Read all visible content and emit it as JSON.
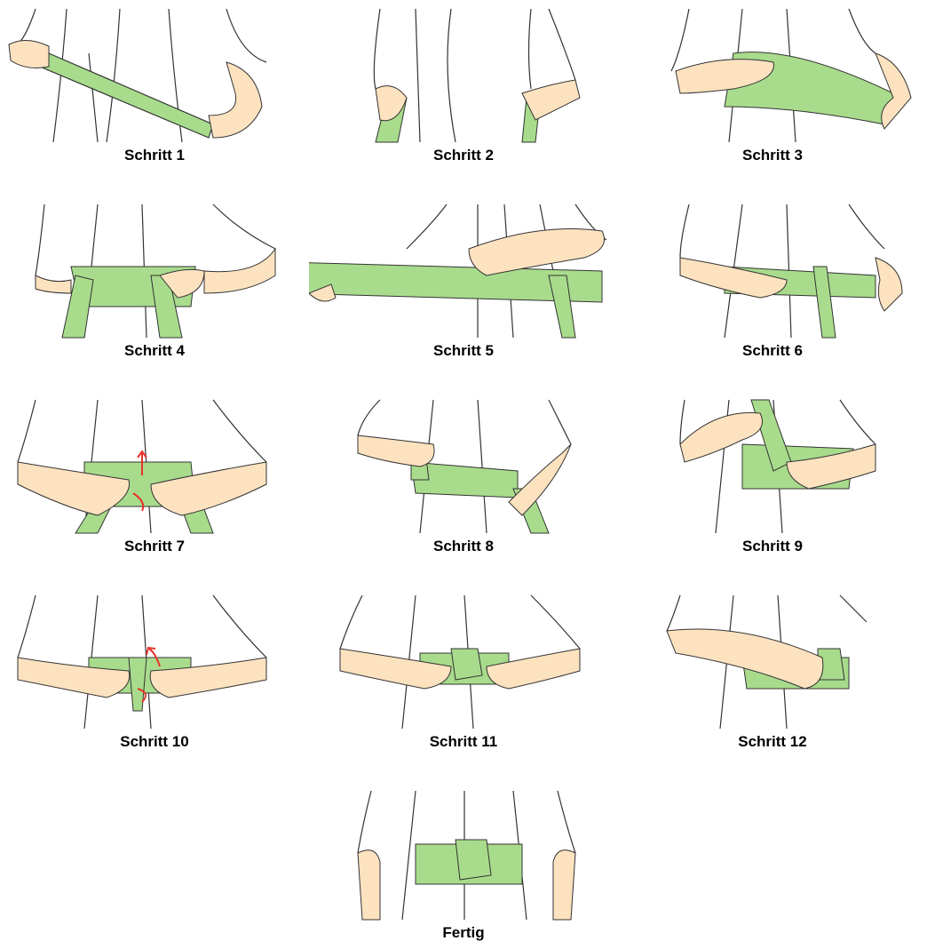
{
  "colors": {
    "belt": "#a8dc8c",
    "skin": "#fde2c0",
    "outline": "#333333",
    "arrow": "#e8322a"
  },
  "steps": [
    {
      "label": "Schritt 1"
    },
    {
      "label": "Schritt 2"
    },
    {
      "label": "Schritt 3"
    },
    {
      "label": "Schritt 4"
    },
    {
      "label": "Schritt 5"
    },
    {
      "label": "Schritt 6"
    },
    {
      "label": "Schritt 7"
    },
    {
      "label": "Schritt 8"
    },
    {
      "label": "Schritt 9"
    },
    {
      "label": "Schritt 10"
    },
    {
      "label": "Schritt 11"
    },
    {
      "label": "Schritt 12"
    }
  ],
  "final": {
    "label": "Fertig"
  }
}
